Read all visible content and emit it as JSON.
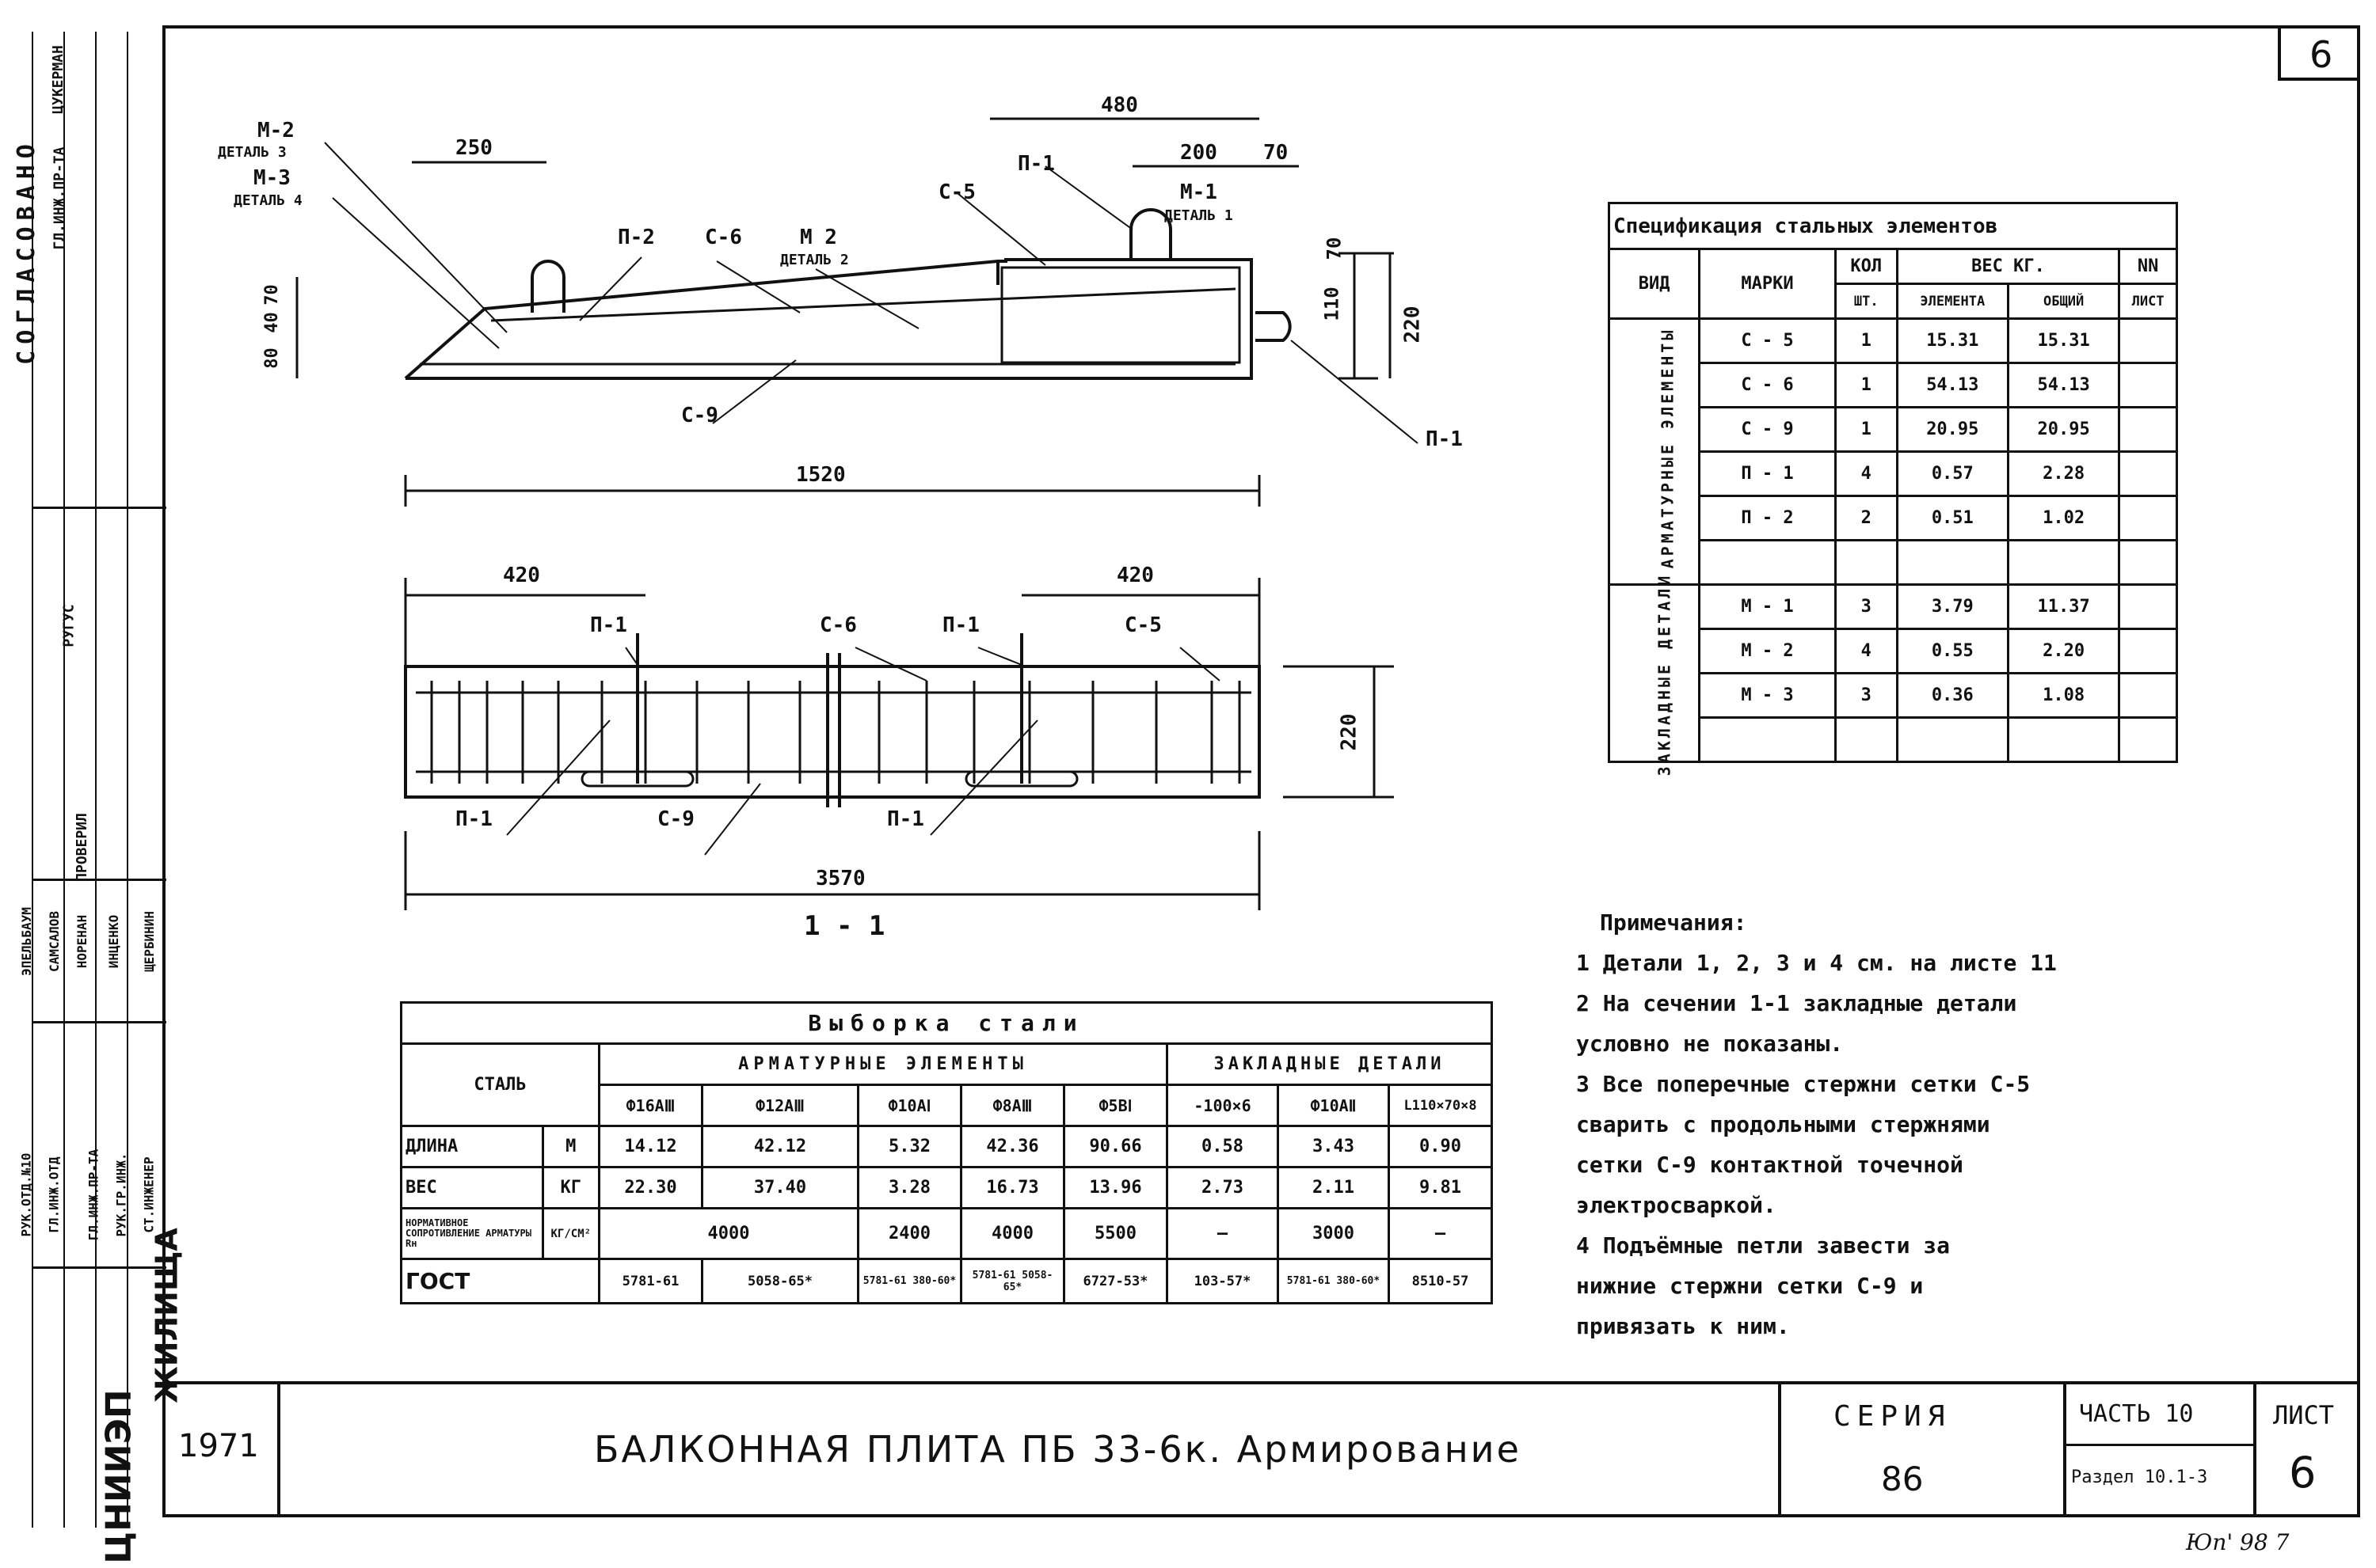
{
  "sheet_corner_number": "6",
  "stamp_left": {
    "approved_label": "СОГЛАСОВАНО",
    "approved_role": "ГЛ.ИНЖ.ПР-ТА",
    "approved_name": "ЦУКЕРМАН",
    "checked_role": "ПРОВЕРИЛ",
    "checked_name": "РУГУС",
    "roles": [
      "РУК.ОТД.№10",
      "ГЛ.ИНЖ.ОТД",
      "ГЛ.ИНЖ.ПР-ТА",
      "РУК.ГР.ИНЖ.",
      "СТ.ИНЖЕНЕР"
    ],
    "names": [
      "ЭПЕЛЬБАУМ",
      "САМСАЛОВ",
      "НОРЕНАН",
      "ИНЦЕНКО",
      "ЩЕРБИНИН"
    ],
    "institute": "ЦНИИЭП",
    "institute_suffix": "ЖИЛИЩА"
  },
  "section_top": {
    "dims": {
      "d480": "480",
      "d200": "200",
      "d70": "70",
      "d250": "250",
      "d1520": "1520",
      "d110": "110",
      "d70v": "70",
      "d220": "220",
      "d80": "80",
      "d40": "40",
      "d70l": "70"
    },
    "labels": {
      "m2": "М-2",
      "m2_detail": "ДЕТАЛЬ 3",
      "m3": "М-3",
      "m3_detail": "ДЕТАЛЬ 4",
      "p2": "П-2",
      "c6": "С-6",
      "m2b": "М 2",
      "m2b_detail": "ДЕТАЛЬ 2",
      "c5": "С-5",
      "p1a": "П-1",
      "m1": "М-1",
      "m1_detail": "ДЕТАЛЬ 1",
      "c9": "С-9",
      "p1b": "П-1"
    }
  },
  "section_plan": {
    "dims": {
      "d420l": "420",
      "d420r": "420",
      "d3570": "3570",
      "d220": "220"
    },
    "labels": {
      "p1a": "П-1",
      "c6": "С-6",
      "p1b": "П-1",
      "c5": "С-5",
      "p1c": "П-1",
      "c9": "С-9",
      "p1d": "П-1"
    },
    "section_name": "1 - 1"
  },
  "spec_table": {
    "title": "Спецификация стальных элементов",
    "headers": {
      "kind": "ВИД",
      "marks": "МАРКИ",
      "qty": "КОЛ",
      "qty_unit": "ШТ.",
      "weight": "ВЕС КГ.",
      "weight_el": "ЭЛЕМЕНТА",
      "weight_total": "ОБЩИЙ",
      "sheet": "NN",
      "sheet_unit": "ЛИСТ"
    },
    "group1": "АРМАТУРНЫЕ ЭЛЕМЕНТЫ",
    "group2": "ЗАКЛАДНЫЕ ДЕТАЛИ",
    "rows1": [
      [
        "С - 5",
        "1",
        "15.31",
        "15.31"
      ],
      [
        "С - 6",
        "1",
        "54.13",
        "54.13"
      ],
      [
        "С - 9",
        "1",
        "20.95",
        "20.95"
      ],
      [
        "П - 1",
        "4",
        "0.57",
        "2.28"
      ],
      [
        "П - 2",
        "2",
        "0.51",
        "1.02"
      ]
    ],
    "rows2": [
      [
        "М - 1",
        "3",
        "3.79",
        "11.37"
      ],
      [
        "М - 2",
        "4",
        "0.55",
        "2.20"
      ],
      [
        "М - 3",
        "3",
        "0.36",
        "1.08"
      ]
    ]
  },
  "notes": {
    "title": "Примечания:",
    "lines": [
      "1 Детали 1, 2, 3 и 4 см. на листе 11",
      "2 На сечении 1-1 закладные детали",
      "   условно не показаны.",
      "3 Все поперечные стержни сетки С-5",
      "   сварить с продольными стержнями",
      "   сетки С-9 контактной точечной",
      "   электросваркой.",
      "4 Подъёмные петли завести за",
      "   нижние стержни сетки С-9 и",
      "   привязать к ним."
    ]
  },
  "steel_table": {
    "title": "Выборка стали",
    "col_steel": "СТАЛЬ",
    "group_arm": "АРМАТУРНЫЕ ЭЛЕМЕНТЫ",
    "group_emb": "ЗАКЛАДНЫЕ ДЕТАЛИ",
    "cols": [
      "Ф16АⅢ",
      "Ф12АⅢ",
      "Ф10АⅠ",
      "Ф8АⅢ",
      "Ф5ВⅠ",
      "-100×6",
      "Ф10АⅡ",
      "L110×70×8"
    ],
    "length_label": "ДЛИНА",
    "length_unit": "М",
    "lengths": [
      "14.12",
      "42.12",
      "5.32",
      "42.36",
      "90.66",
      "0.58",
      "3.43",
      "0.90"
    ],
    "weight_label": "ВЕС",
    "weight_unit": "КГ",
    "weights": [
      "22.30",
      "37.40",
      "3.28",
      "16.73",
      "13.96",
      "2.73",
      "2.11",
      "9.81"
    ],
    "norm_label": "НОРМАТИВНОЕ СОПРОТИВЛЕНИЕ АРМАТУРЫ Rн",
    "norm_unit": "КГ/СМ²",
    "norm_a": "4000",
    "norm_b": "2400",
    "norm_c": "4000",
    "norm_d": "5500",
    "norm_e": "—",
    "norm_f": "3000",
    "norm_g": "—",
    "gost_label": "ГОСТ",
    "gost_a": "5781-61",
    "gost_b": "5058-65*",
    "gost": [
      "5781-61 380-60*",
      "5781-61 5058-65*",
      "6727-53*",
      "103-57*",
      "5781-61 380-60*",
      "8510-57"
    ]
  },
  "title_block": {
    "year": "1971",
    "title": "БАЛКОННАЯ ПЛИТА ПБ 33-6к. Армирование",
    "series_label": "СЕРИЯ",
    "series_value": "86",
    "part_label": "ЧАСТЬ 10",
    "section_label": "Раздел 10.1-3",
    "sheet_label": "ЛИСТ",
    "sheet_value": "6"
  },
  "footer_mark": "Юп' 98 7"
}
